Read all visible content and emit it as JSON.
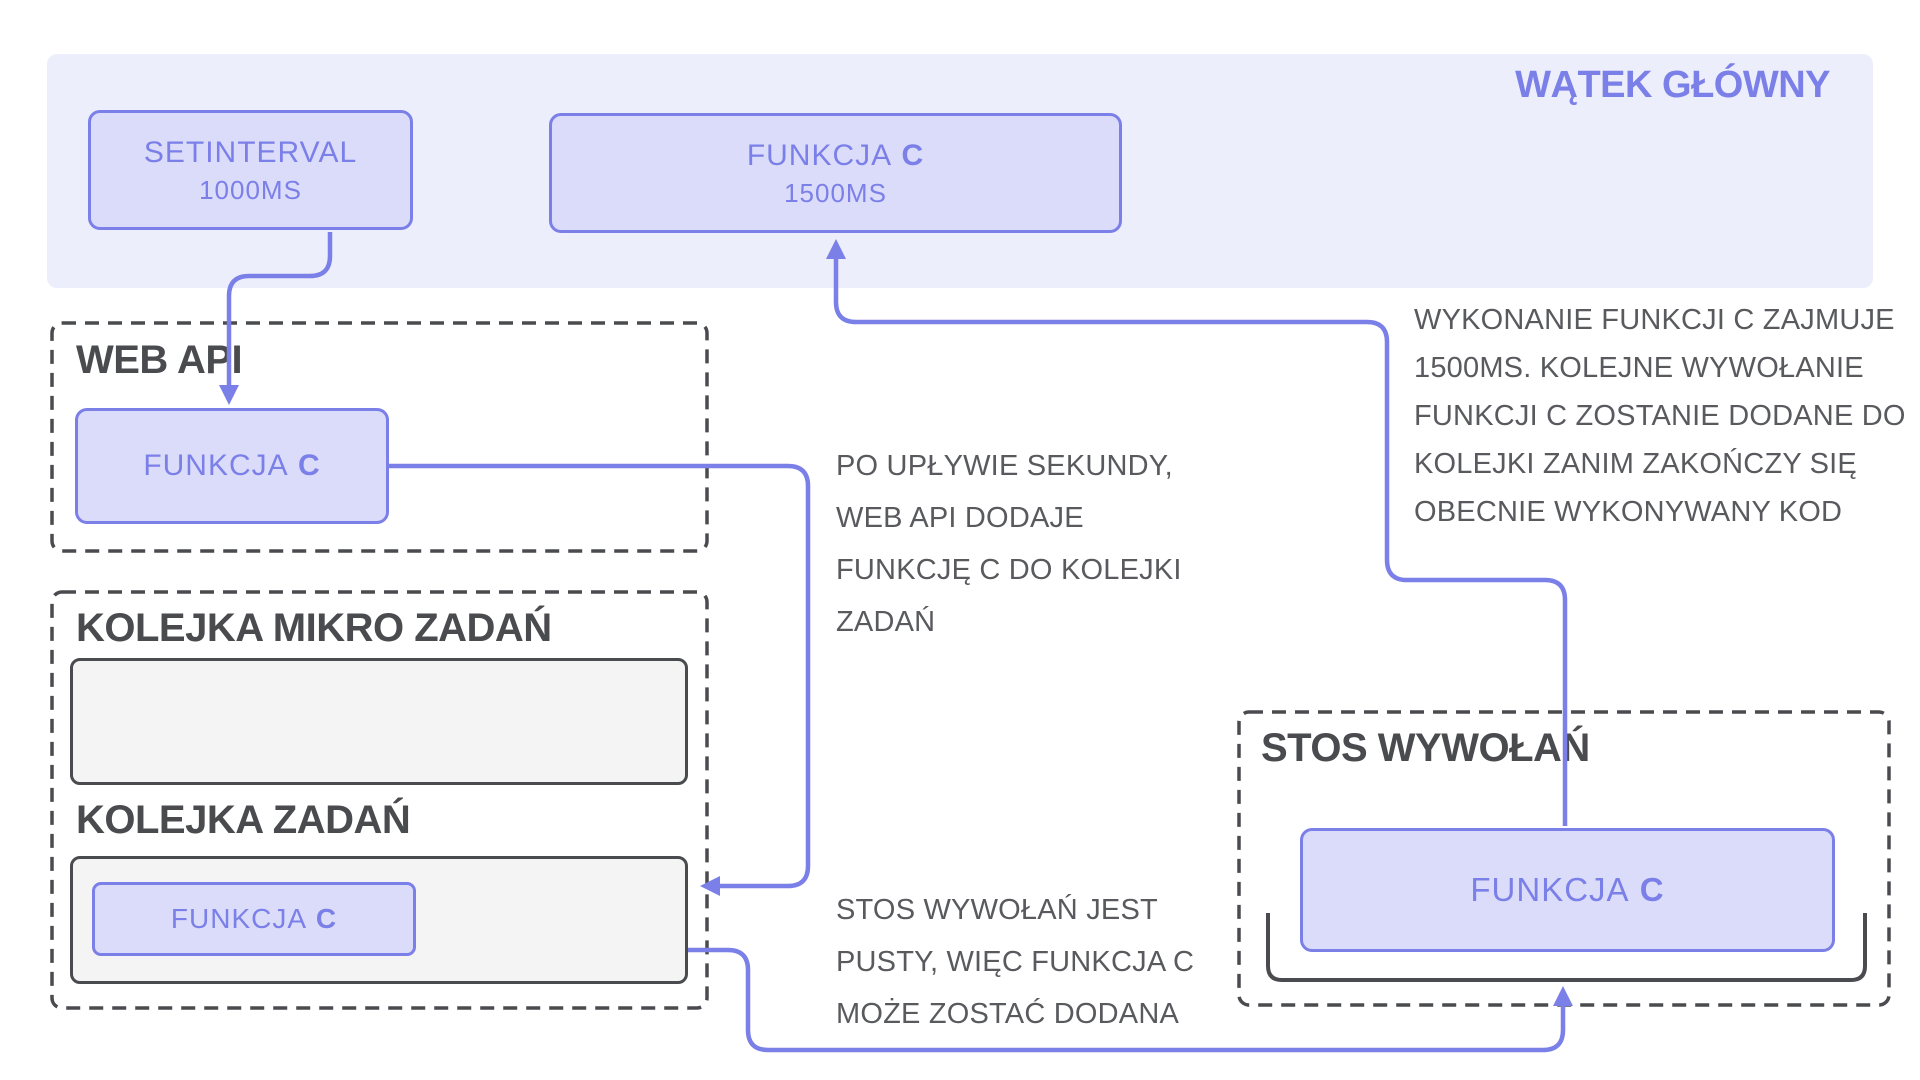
{
  "main_thread": {
    "title": "WĄTEK GŁÓWNY",
    "setinterval_box": {
      "line1": "SETINTERVAL",
      "line2": "1000MS"
    },
    "funkcja_c_box": {
      "name": "FUNKCJA",
      "c": "C",
      "duration": "1500MS"
    }
  },
  "web_api": {
    "title": "WEB API",
    "funkcja_c_box": {
      "name": "FUNKCJA",
      "c": "C"
    }
  },
  "queues": {
    "micro_task_title": "KOLEJKA MIKRO ZADAŃ",
    "task_title": "KOLEJKA ZADAŃ",
    "funkcja_c_box": {
      "name": "FUNKCJA",
      "c": "C"
    }
  },
  "call_stack": {
    "title": "STOS WYWOŁAŃ",
    "funkcja_c_box": {
      "name": "FUNKCJA",
      "c": "C"
    }
  },
  "annotations": {
    "web_api_adds_to_queue": "PO UPŁYWIE SEKUNDY,\nWEB API DODAJE\nFUNKCJĘ C DO KOLEJKI\nZADAŃ",
    "function_c_execution": "WYKONANIE FUNKCJI C ZAJMUJE\n1500MS. KOLEJNE WYWOŁANIE\nFUNKCJI C ZOSTANIE DODANE DO\nKOLEJKI ZANIM ZAKOŃCZY SIĘ\nOBECNIE WYKONYWANY KOD",
    "stack_empty": "STOS WYWOŁAŃ JEST\nPUSTY, WIĘC FUNKCJA C\nMOŻE ZOSTAĆ DODANA"
  },
  "colors": {
    "accent": "#7B7FE8",
    "box_fill": "#DBDCFA",
    "band_fill": "#EDEEFB",
    "dark": "#4A4B4E",
    "gray_text": "#595A5E",
    "queue_fill": "#F4F4F5",
    "background": "#FFFFFF"
  }
}
